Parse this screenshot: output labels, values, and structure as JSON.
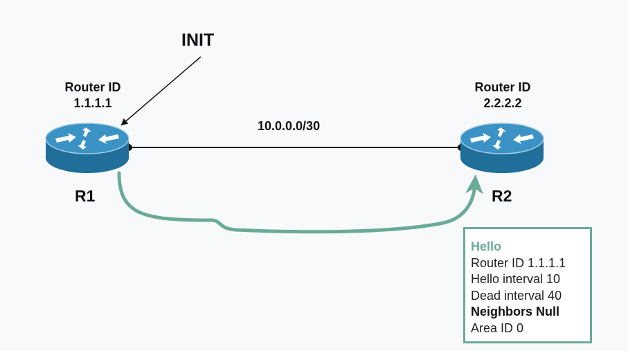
{
  "annotation": {
    "label": "INIT"
  },
  "routers": [
    {
      "id_title": "Router ID",
      "id_value": "1.1.1.1",
      "name": "R1"
    },
    {
      "id_title": "Router ID",
      "id_value": "2.2.2.2",
      "name": "R2"
    }
  ],
  "link": {
    "subnet": "10.0.0.0/30"
  },
  "hello_packet": {
    "title": "Hello",
    "router_id": "Router ID 1.1.1.1",
    "hello_interval": "Hello interval 10",
    "dead_interval": "Dead interval 40",
    "neighbors": "Neighbors Null",
    "area_id": "Area ID 0"
  },
  "colors": {
    "router_body": "#1f6f9a",
    "router_top": "#3a93c4",
    "flow_arrow": "#6aaa98",
    "link": "#111111"
  },
  "icons": [
    "router-icon",
    "router-icon",
    "flow-arrow-icon",
    "pointer-arrow-icon"
  ]
}
